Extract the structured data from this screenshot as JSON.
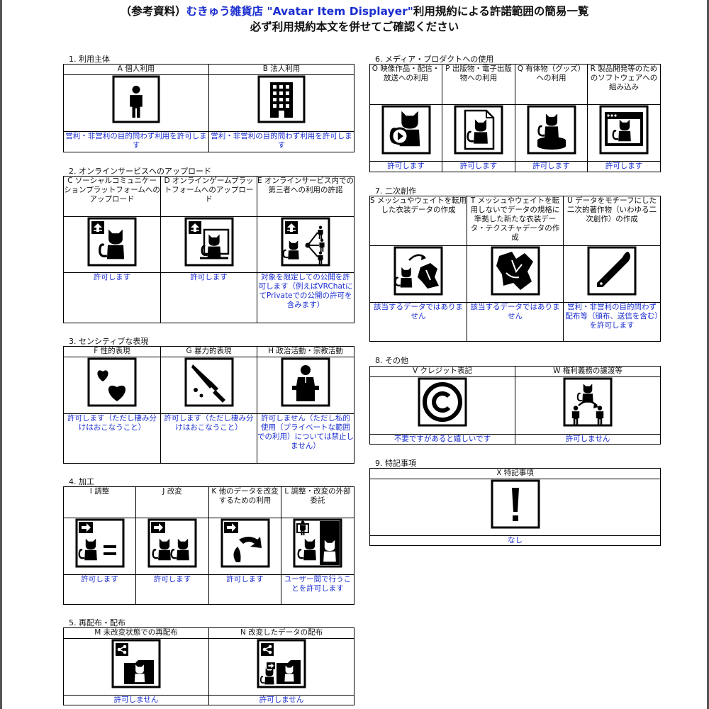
{
  "title_line1_pre": "（参考資料）",
  "title_line1_blue": "むきゅう雑貨店 \"Avatar Item Displayer\"",
  "title_line1_post": "利用規約による許諾範囲の簡易一覧",
  "title_line2": "必ず利用規約本文を併せてご確認ください",
  "sections": {
    "s1": {
      "label": "1. 利用主体",
      "items": [
        {
          "header": "A 個人利用",
          "icon": "person-icon",
          "text": "営利・非営利の目的問わず利用を許可します"
        },
        {
          "header": "B 法人利用",
          "icon": "building-icon",
          "text": "営利・非営利の目的問わず利用を許可します"
        }
      ]
    },
    "s2": {
      "label": "2. オンラインサービスへのアップロード",
      "items": [
        {
          "header": "C ソーシャルコミュニケーションプラットフォームへのアップロード",
          "icon": "upload-cat-icon",
          "text": "許可します"
        },
        {
          "header": "D オンラインゲームプラットフォームへのアップロード",
          "icon": "upload-monitor-icon",
          "text": "許可します"
        },
        {
          "header": "E オンラインサービス内での第三者への利用の許諾",
          "icon": "upload-share-icon",
          "text": "対象を限定しての公開を許可します（例えばVRChatにてPrivateでの公開の許可を含みます）"
        }
      ]
    },
    "s3": {
      "label": "3. センシティブな表現",
      "items": [
        {
          "header": "F 性的表現",
          "icon": "hearts-icon",
          "text": "許可します（ただし棲み分けはおこなうこと）"
        },
        {
          "header": "G 暴力的表現",
          "icon": "knife-icon",
          "text": "許可します（ただし棲み分けはおこなうこと）"
        },
        {
          "header": "H 政治活動・宗教活動",
          "icon": "podium-icon",
          "text": "許可しません（ただし私的使用（プライベートな範囲での利用）については禁止しません）"
        }
      ]
    },
    "s4": {
      "label": "4. 加工",
      "items": [
        {
          "header": "I 調整",
          "icon": "adjust-icon",
          "text": "許可します"
        },
        {
          "header": "J 改変",
          "icon": "modify-icon",
          "text": "許可します"
        },
        {
          "header": "K 他のデータを改変するための利用",
          "icon": "other-data-icon",
          "text": "許可します"
        },
        {
          "header": "L 調整・改変の外部委託",
          "icon": "outsource-icon",
          "text": "ユーザー間で行うことを許可します"
        }
      ]
    },
    "s5": {
      "label": "5. 再配布・配布",
      "items": [
        {
          "header": "M 未改変状態での再配布",
          "icon": "share-folder-icon",
          "text": "許可しません"
        },
        {
          "header": "N 改変したデータの配布",
          "icon": "share-modified-icon",
          "text": "許可しません"
        }
      ]
    },
    "s6": {
      "label": "6. メディア・プロダクトへの使用",
      "items": [
        {
          "header": "O 映像作品・配信・放送への利用",
          "icon": "video-icon",
          "text": "許可します"
        },
        {
          "header": "P 出版物・電子出版物への利用",
          "icon": "publication-icon",
          "text": "許可します"
        },
        {
          "header": "Q 有体物（グッズ）への利用",
          "icon": "goods-icon",
          "text": "許可します"
        },
        {
          "header": "R 製品開発等のためのソフトウェアへの組み込み",
          "icon": "software-icon",
          "text": "許可します"
        }
      ]
    },
    "s7": {
      "label": "7. 二次創作",
      "items": [
        {
          "header": "S メッシュやウェイトを転用した衣装データの作成",
          "icon": "cloth-convert-icon",
          "text": "該当するデータではありません"
        },
        {
          "header": "T メッシュやウェイトを転用しないでデータの規格に準拠した新たな衣装データ・テクスチャデータの作成",
          "icon": "cloth-icon",
          "text": "該当するデータではありません"
        },
        {
          "header": "U データをモチーフにした二次的著作物（いわゆる二次創作）の作成",
          "icon": "pen-icon",
          "text": "営利・非営利の目的問わず配布等（頒布、送信を含む）を許可します"
        }
      ]
    },
    "s8": {
      "label": "8. その他",
      "items": [
        {
          "header": "V クレジット表記",
          "icon": "copyright-icon",
          "text": "不要ですがあると嬉しいです"
        },
        {
          "header": "W 権利義務の譲渡等",
          "icon": "transfer-icon",
          "text": "許可しません"
        }
      ]
    },
    "s9": {
      "label": "9. 特記事項",
      "items": [
        {
          "header": "X 特記事項",
          "icon": "exclamation-icon",
          "text": "なし"
        }
      ]
    }
  }
}
